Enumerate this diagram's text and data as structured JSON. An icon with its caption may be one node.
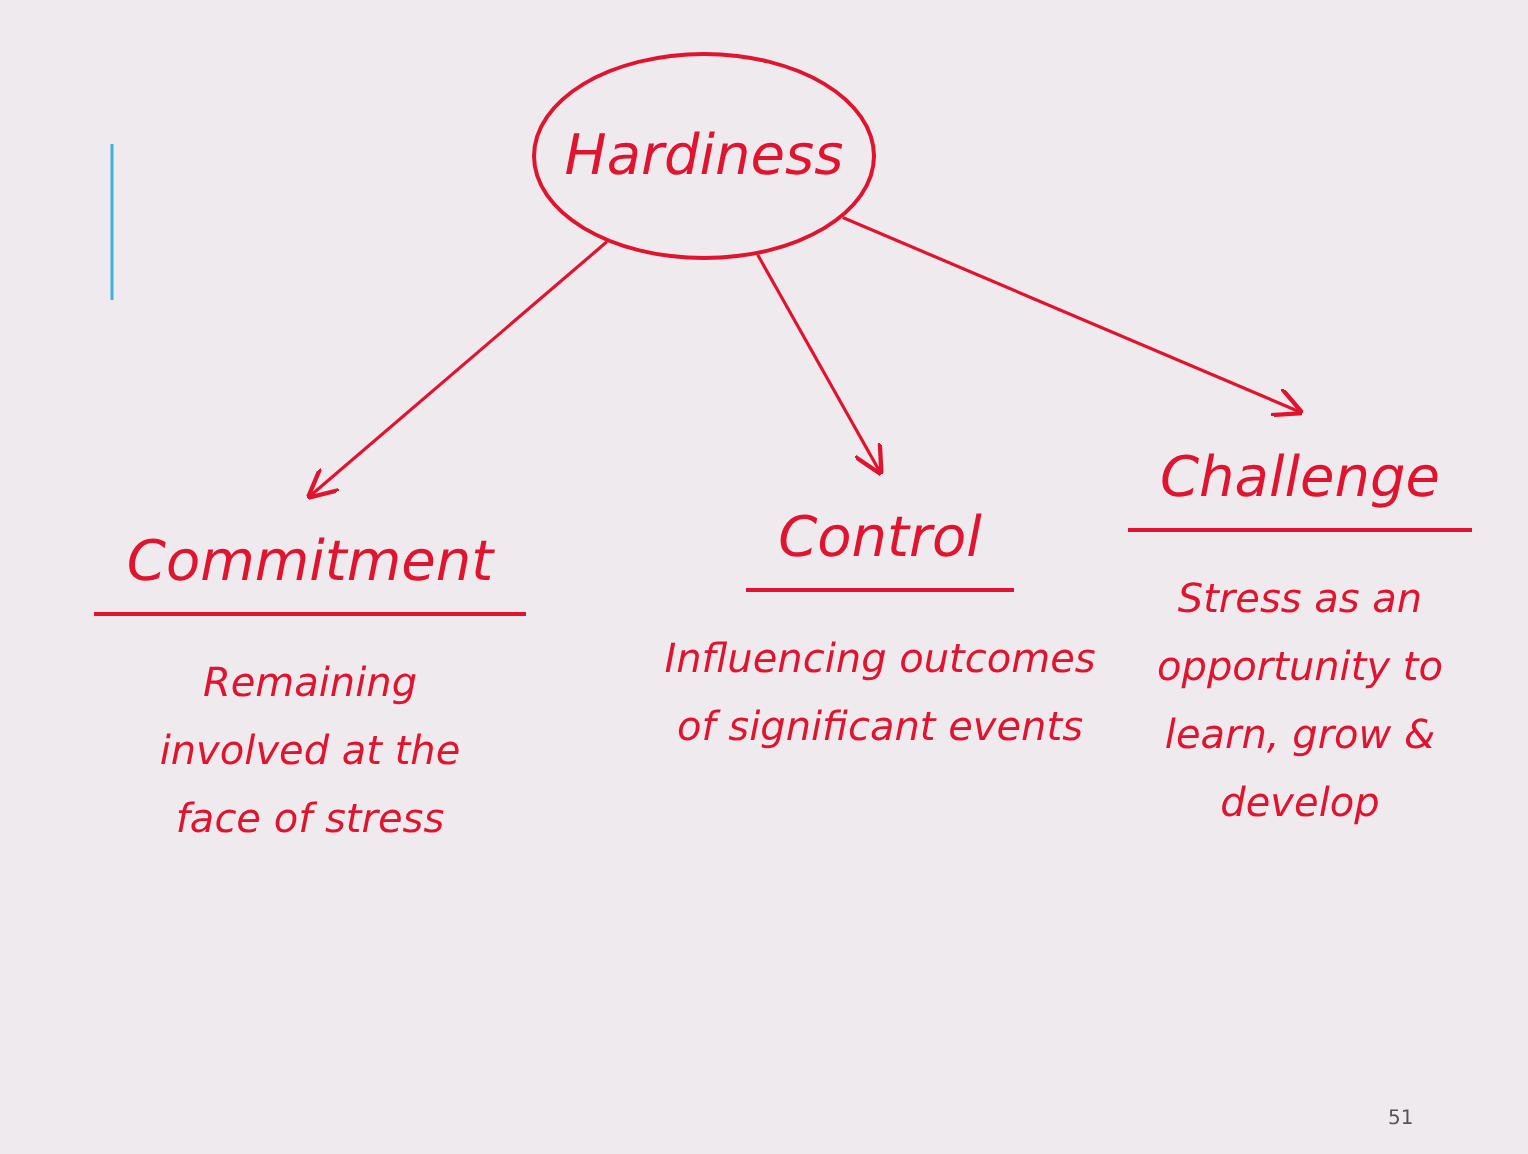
{
  "diagram": {
    "nodes": [
      {
        "text": [
          "Hardiness"
        ]
      },
      {
        "text": [
          "Commitment",
          "Remaining involved at the face of stress"
        ]
      },
      {
        "text": [
          "Control",
          "Influencing outcomes of significant events"
        ]
      },
      {
        "text": [
          "Challenge",
          "Stress as an opportunity to learn, grow & develop"
        ]
      }
    ],
    "edges": [
      {
        "from": 0,
        "to": 1,
        "arrow": "to"
      },
      {
        "from": 0,
        "to": 2,
        "arrow": "to"
      },
      {
        "from": 0,
        "to": 3,
        "arrow": "to"
      }
    ],
    "labels": [
      "51"
    ]
  }
}
